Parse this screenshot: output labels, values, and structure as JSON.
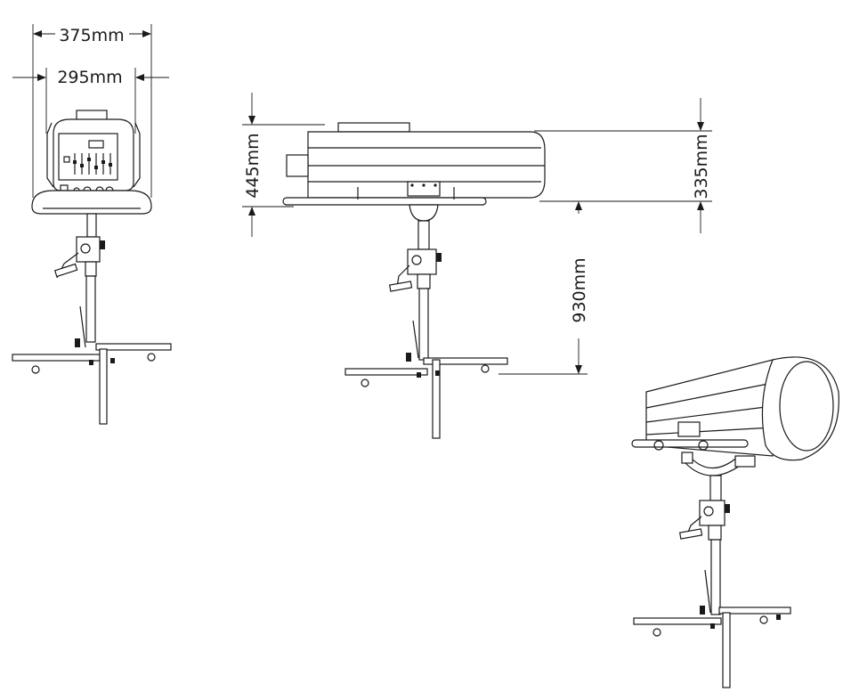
{
  "dimensions": {
    "front_outer_width": "375mm",
    "front_inner_width": "295mm",
    "side_total_height": "445mm",
    "side_body_height": "335mm",
    "stand_height": "930mm"
  },
  "colors": {
    "line": "#1a1a1a",
    "background": "#ffffff"
  }
}
